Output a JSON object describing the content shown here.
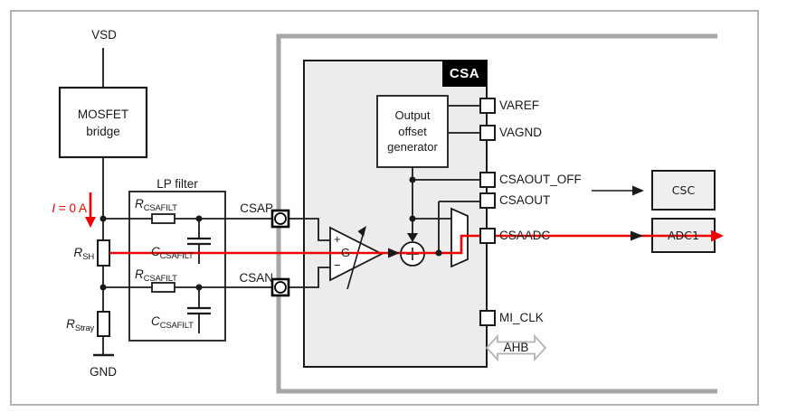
{
  "colors": {
    "signal_red": "#ee0000",
    "chip_border_gray": "#a6a6a6",
    "figure_border_gray": "#b4b4b4",
    "csa_fill": "#ececec",
    "external_box_fill": "#efefef"
  },
  "left": {
    "vsd": "VSD",
    "gnd": "GND",
    "mosfet_bridge": {
      "line1": "MOSFET",
      "line2": "bridge"
    },
    "current_label": {
      "symbol": "I",
      "rest": " = 0 A"
    },
    "r_sh": {
      "main": "R",
      "sub": "SH"
    },
    "r_stray": {
      "main": "R",
      "sub": "Stray"
    }
  },
  "lp_filter": {
    "title": "LP filter",
    "r1": {
      "main": "R",
      "sub": "CSAFILT"
    },
    "c1": {
      "main": "C",
      "sub": "CSAFILT"
    },
    "r2": {
      "main": "R",
      "sub": "CSAFILT"
    },
    "c2": {
      "main": "C",
      "sub": "CSAFILT"
    }
  },
  "ports": {
    "csap": "CSAP",
    "csan": "CSAN"
  },
  "csa": {
    "title": "CSA",
    "offset_generator": {
      "line1": "Output",
      "line2": "offset",
      "line3": "generator"
    },
    "amplifier": {
      "plus": "+",
      "minus": "−",
      "gain": "G"
    }
  },
  "pins": [
    {
      "label": "VAREF"
    },
    {
      "label": "VAGND"
    },
    {
      "label": "CSAOUT_OFF"
    },
    {
      "label": "CSAOUT"
    },
    {
      "label": "CSAADC"
    },
    {
      "label": "MI_CLK"
    }
  ],
  "external": {
    "csc": "CSC",
    "adc1": "ADC1"
  },
  "bus": {
    "ahb": "AHB"
  }
}
